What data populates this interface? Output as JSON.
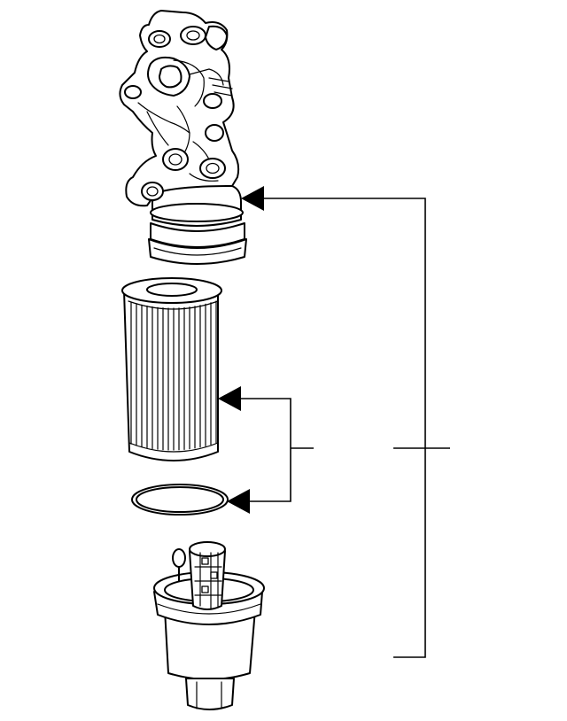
{
  "diagram": {
    "background": "#ffffff",
    "ink": "#000000",
    "parts": [
      {
        "id": "housing",
        "icon": "oil-filter-housing-icon"
      },
      {
        "id": "element",
        "icon": "oil-filter-element-icon"
      },
      {
        "id": "seal",
        "icon": "o-ring-seal-icon"
      },
      {
        "id": "cap",
        "icon": "filter-cap-icon"
      }
    ],
    "callouts": [
      {
        "id": "assembly",
        "targets": [
          "housing"
        ],
        "label": ""
      },
      {
        "id": "kit",
        "targets": [
          "element",
          "seal"
        ],
        "label": ""
      }
    ]
  }
}
